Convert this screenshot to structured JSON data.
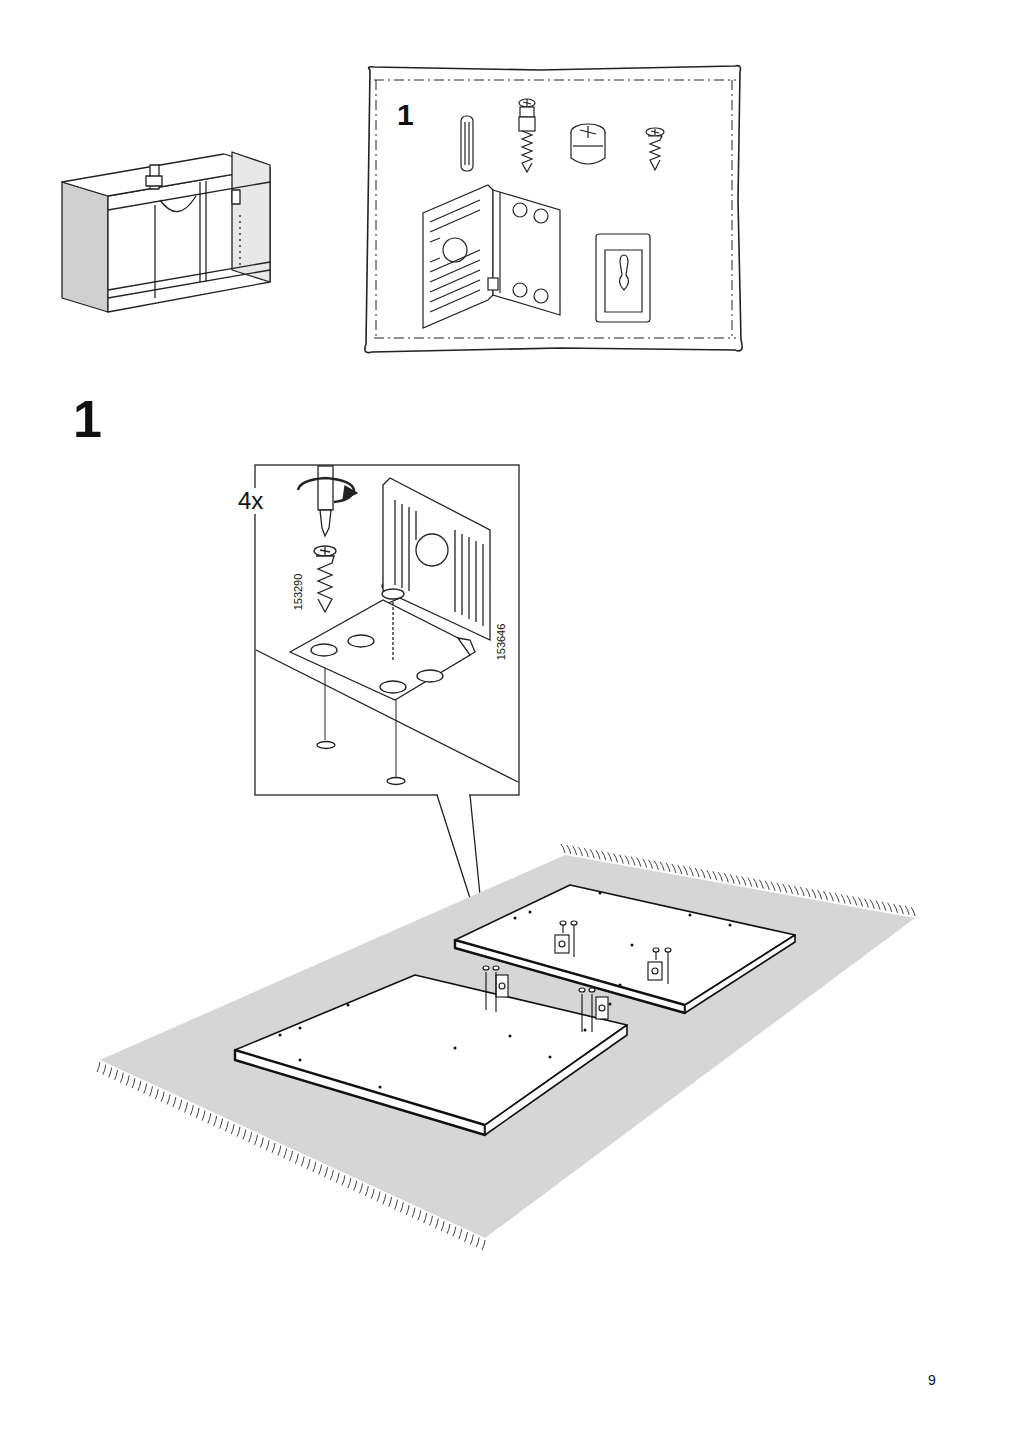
{
  "diagram": {
    "nodes": [
      {
        "text": [
          "1"
        ]
      },
      {
        "text": [
          "4x",
          "153290",
          "153646"
        ]
      }
    ],
    "labels": [
      "1",
      "9"
    ]
  }
}
